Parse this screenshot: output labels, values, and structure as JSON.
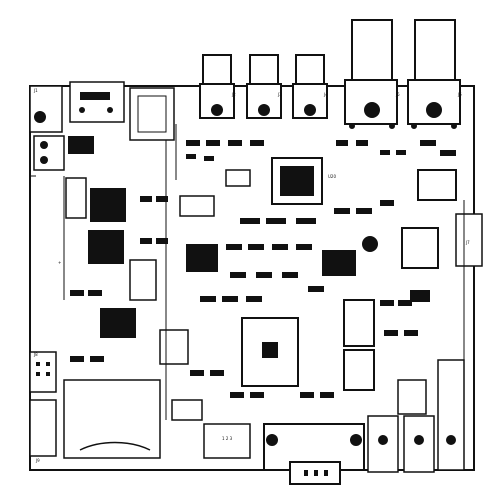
{
  "board": {
    "outline_color": "#111111",
    "silk_color": "#111111",
    "fill_color": "#ffffff",
    "chip_color": "#111111"
  },
  "labels": {
    "u20": "U20",
    "j1": "J1",
    "j2": "J2",
    "j3": "J3",
    "j4": "J4",
    "j5": "J5",
    "j6": "J6",
    "j7": "J7",
    "j8": "J8",
    "j9": "J9",
    "pins_123": "1 2 3",
    "plus": "+"
  }
}
